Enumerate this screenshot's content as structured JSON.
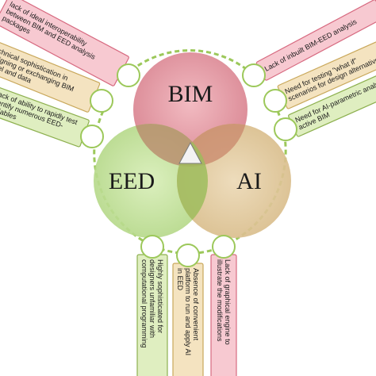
{
  "venn": {
    "top": "BIM",
    "left": "EED",
    "right": "AI"
  },
  "callouts": [
    {
      "id": "tl1",
      "lines": [
        "lack of ideal interoperability",
        "between BIM and EED analysis",
        "packages"
      ],
      "fill": "#f7c9d1",
      "stroke": "#d76a80"
    },
    {
      "id": "tl2",
      "lines": [
        "Technical sophistication in",
        "designing or exchanging BIM",
        "model and data"
      ],
      "fill": "#f4e3c0",
      "stroke": "#c9a85b"
    },
    {
      "id": "tl3",
      "lines": [
        "Lack of ability to rapidly test",
        "identify numerous EED-",
        "variables"
      ],
      "fill": "#dfeec0",
      "stroke": "#8db04f"
    },
    {
      "id": "tr1",
      "lines": [
        "Lack of inbuilt BIM-EED analysis"
      ],
      "fill": "#f7c9d1",
      "stroke": "#d76a80"
    },
    {
      "id": "tr2",
      "lines": [
        "Need for testing \"what if\"",
        "scenarios for design alternatives"
      ],
      "fill": "#f4e3c0",
      "stroke": "#c9a85b"
    },
    {
      "id": "tr3",
      "lines": [
        "Need for AI-parametric analysis",
        "active BIM"
      ],
      "fill": "#dfeec0",
      "stroke": "#8db04f"
    },
    {
      "id": "b1",
      "lines": [
        "Highly sophisticated for",
        "designers unfamiliar with",
        "computational programming"
      ],
      "fill": "#dfeec0",
      "stroke": "#8db04f"
    },
    {
      "id": "b2",
      "lines": [
        "Absence of convenient",
        "platform to run and apply AI",
        "in EED"
      ],
      "fill": "#f4e3c0",
      "stroke": "#c9a85b"
    },
    {
      "id": "b3",
      "lines": [
        "Lack of graphical engine to",
        "illustrate the modifications"
      ],
      "fill": "#f7c9d1",
      "stroke": "#d76a80"
    }
  ],
  "colors": {
    "bim": "#d9838f",
    "eed": "#b7d98a",
    "ai": "#d9bd8a",
    "connector": "#9cc85a"
  }
}
